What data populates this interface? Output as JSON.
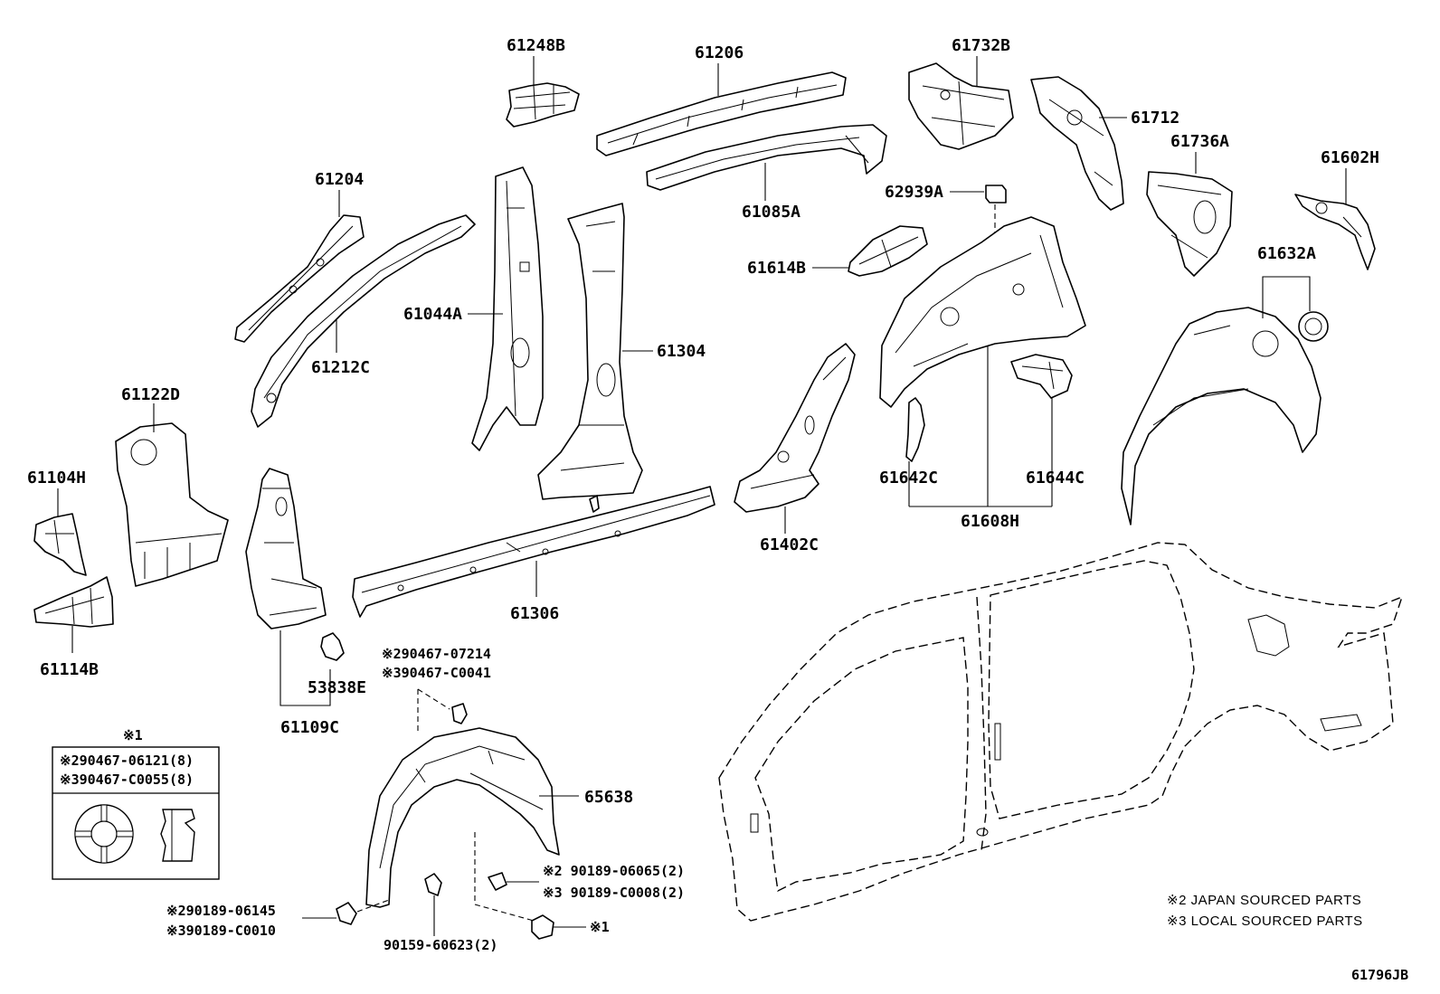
{
  "parts": {
    "p61248B": "61248B",
    "p61206": "61206",
    "p61732B": "61732B",
    "p61712": "61712",
    "p61736A": "61736A",
    "p61602H": "61602H",
    "p61204": "61204",
    "p61085A": "61085A",
    "p62939A": "62939A",
    "p61614B": "61614B",
    "p61632A": "61632A",
    "p61044A": "61044A",
    "p61304": "61304",
    "p61212C": "61212C",
    "p61122D": "61122D",
    "p61104H": "61104H",
    "p61114B": "61114B",
    "p61642C": "61642C",
    "p61644C": "61644C",
    "p61608H": "61608H",
    "p61402C": "61402C",
    "p61306": "61306",
    "p53838E": "53838E",
    "p61109C": "61109C",
    "p65638": "65638"
  },
  "fasteners": {
    "top2": "※290467-07214",
    "top3": "※390467-C0041",
    "right2": "※2  90189-06065(2)",
    "right3": "※3  90189-C0008(2)",
    "left2": "※290189-06145",
    "left3": "※390189-C0010",
    "bottom": "90159-60623(2)",
    "bottom_right": "※1"
  },
  "legend_box": {
    "title": "※1",
    "line1": "※290467-06121(8)",
    "line2": "※390467-C0055(8)"
  },
  "notes": {
    "note2": "※2  JAPAN SOURCED PARTS",
    "note3": "※3  LOCAL SOURCED PARTS"
  },
  "diagram_code": "61796JB"
}
